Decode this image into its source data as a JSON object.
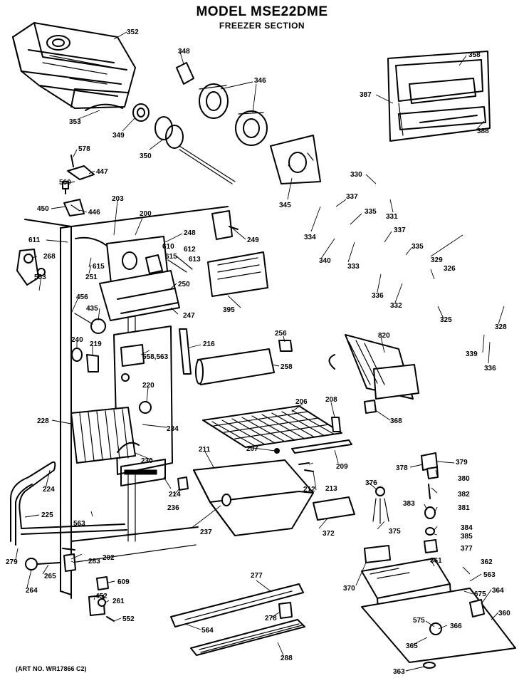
{
  "header": {
    "model_title": "MODEL MSE22DME",
    "section_title": "FREEZER SECTION"
  },
  "footer": {
    "art_no": "(ART NO. WR17866 C2)"
  },
  "callouts": [
    {
      "id": "c352",
      "label": "352"
    },
    {
      "id": "c348",
      "label": "348"
    },
    {
      "id": "c346",
      "label": "346"
    },
    {
      "id": "c358",
      "label": "358"
    },
    {
      "id": "c387",
      "label": "387"
    },
    {
      "id": "c388",
      "label": "388"
    },
    {
      "id": "c353",
      "label": "353"
    },
    {
      "id": "c349",
      "label": "349"
    },
    {
      "id": "c350",
      "label": "350"
    },
    {
      "id": "c578",
      "label": "578"
    },
    {
      "id": "c447",
      "label": "447"
    },
    {
      "id": "c560",
      "label": "560"
    },
    {
      "id": "c345",
      "label": "345"
    },
    {
      "id": "c330",
      "label": "330"
    },
    {
      "id": "c337a",
      "label": "337"
    },
    {
      "id": "c331",
      "label": "331"
    },
    {
      "id": "c203",
      "label": "203"
    },
    {
      "id": "c450",
      "label": "450"
    },
    {
      "id": "c446",
      "label": "446"
    },
    {
      "id": "c200",
      "label": "200"
    },
    {
      "id": "c335a",
      "label": "335"
    },
    {
      "id": "c611",
      "label": "611"
    },
    {
      "id": "c248",
      "label": "248"
    },
    {
      "id": "c249",
      "label": "249"
    },
    {
      "id": "c334",
      "label": "334"
    },
    {
      "id": "c337b",
      "label": "337"
    },
    {
      "id": "c268",
      "label": "268"
    },
    {
      "id": "c610",
      "label": "610"
    },
    {
      "id": "c612",
      "label": "612"
    },
    {
      "id": "c615a",
      "label": "615"
    },
    {
      "id": "c613",
      "label": "613"
    },
    {
      "id": "c335b",
      "label": "335"
    },
    {
      "id": "c340",
      "label": "340"
    },
    {
      "id": "c333",
      "label": "333"
    },
    {
      "id": "c329",
      "label": "329"
    },
    {
      "id": "c615b",
      "label": "615"
    },
    {
      "id": "c251",
      "label": "251"
    },
    {
      "id": "c326",
      "label": "326"
    },
    {
      "id": "c563a",
      "label": "563"
    },
    {
      "id": "c456",
      "label": "456"
    },
    {
      "id": "c250",
      "label": "250"
    },
    {
      "id": "c395",
      "label": "395"
    },
    {
      "id": "c336a",
      "label": "336"
    },
    {
      "id": "c332",
      "label": "332"
    },
    {
      "id": "c435",
      "label": "435"
    },
    {
      "id": "c247",
      "label": "247"
    },
    {
      "id": "c325",
      "label": "325"
    },
    {
      "id": "c328",
      "label": "328"
    },
    {
      "id": "c256",
      "label": "256"
    },
    {
      "id": "c820",
      "label": "820"
    },
    {
      "id": "c240",
      "label": "240"
    },
    {
      "id": "c219",
      "label": "219"
    },
    {
      "id": "c216",
      "label": "216"
    },
    {
      "id": "c558",
      "label": "558,563"
    },
    {
      "id": "c339",
      "label": "339"
    },
    {
      "id": "c258",
      "label": "258"
    },
    {
      "id": "c336b",
      "label": "336"
    },
    {
      "id": "c220",
      "label": "220"
    },
    {
      "id": "c206",
      "label": "206"
    },
    {
      "id": "c208",
      "label": "208"
    },
    {
      "id": "c228",
      "label": "228"
    },
    {
      "id": "c234",
      "label": "234"
    },
    {
      "id": "c368",
      "label": "368"
    },
    {
      "id": "c207",
      "label": "207"
    },
    {
      "id": "c211",
      "label": "211"
    },
    {
      "id": "c230",
      "label": "230"
    },
    {
      "id": "c209",
      "label": "209"
    },
    {
      "id": "c378",
      "label": "378"
    },
    {
      "id": "c379",
      "label": "379"
    },
    {
      "id": "c224",
      "label": "224"
    },
    {
      "id": "c214",
      "label": "214"
    },
    {
      "id": "c236",
      "label": "236"
    },
    {
      "id": "c212",
      "label": "212"
    },
    {
      "id": "c213",
      "label": "213"
    },
    {
      "id": "c376",
      "label": "376"
    },
    {
      "id": "c380",
      "label": "380"
    },
    {
      "id": "c382",
      "label": "382"
    },
    {
      "id": "c383",
      "label": "383"
    },
    {
      "id": "c381",
      "label": "381"
    },
    {
      "id": "c225",
      "label": "225"
    },
    {
      "id": "c563b",
      "label": "563"
    },
    {
      "id": "c237",
      "label": "237"
    },
    {
      "id": "c372",
      "label": "372"
    },
    {
      "id": "c375",
      "label": "375"
    },
    {
      "id": "c384",
      "label": "384"
    },
    {
      "id": "c385",
      "label": "385"
    },
    {
      "id": "c377",
      "label": "377"
    },
    {
      "id": "c279",
      "label": "279"
    },
    {
      "id": "c202",
      "label": "202"
    },
    {
      "id": "c283",
      "label": "283"
    },
    {
      "id": "c361",
      "label": "361"
    },
    {
      "id": "c362",
      "label": "362"
    },
    {
      "id": "c265",
      "label": "265"
    },
    {
      "id": "c277",
      "label": "277"
    },
    {
      "id": "c563c",
      "label": "563"
    },
    {
      "id": "c264",
      "label": "264"
    },
    {
      "id": "c609",
      "label": "609"
    },
    {
      "id": "c370",
      "label": "370"
    },
    {
      "id": "c675",
      "label": "675"
    },
    {
      "id": "c364",
      "label": "364"
    },
    {
      "id": "c452",
      "label": "452"
    },
    {
      "id": "c261",
      "label": "261"
    },
    {
      "id": "c360",
      "label": "360"
    },
    {
      "id": "c552",
      "label": "552"
    },
    {
      "id": "c278",
      "label": "278"
    },
    {
      "id": "c575",
      "label": "575"
    },
    {
      "id": "c366",
      "label": "366"
    },
    {
      "id": "c564",
      "label": "564"
    },
    {
      "id": "c365",
      "label": "365"
    },
    {
      "id": "c288",
      "label": "288"
    },
    {
      "id": "c363",
      "label": "363"
    }
  ]
}
